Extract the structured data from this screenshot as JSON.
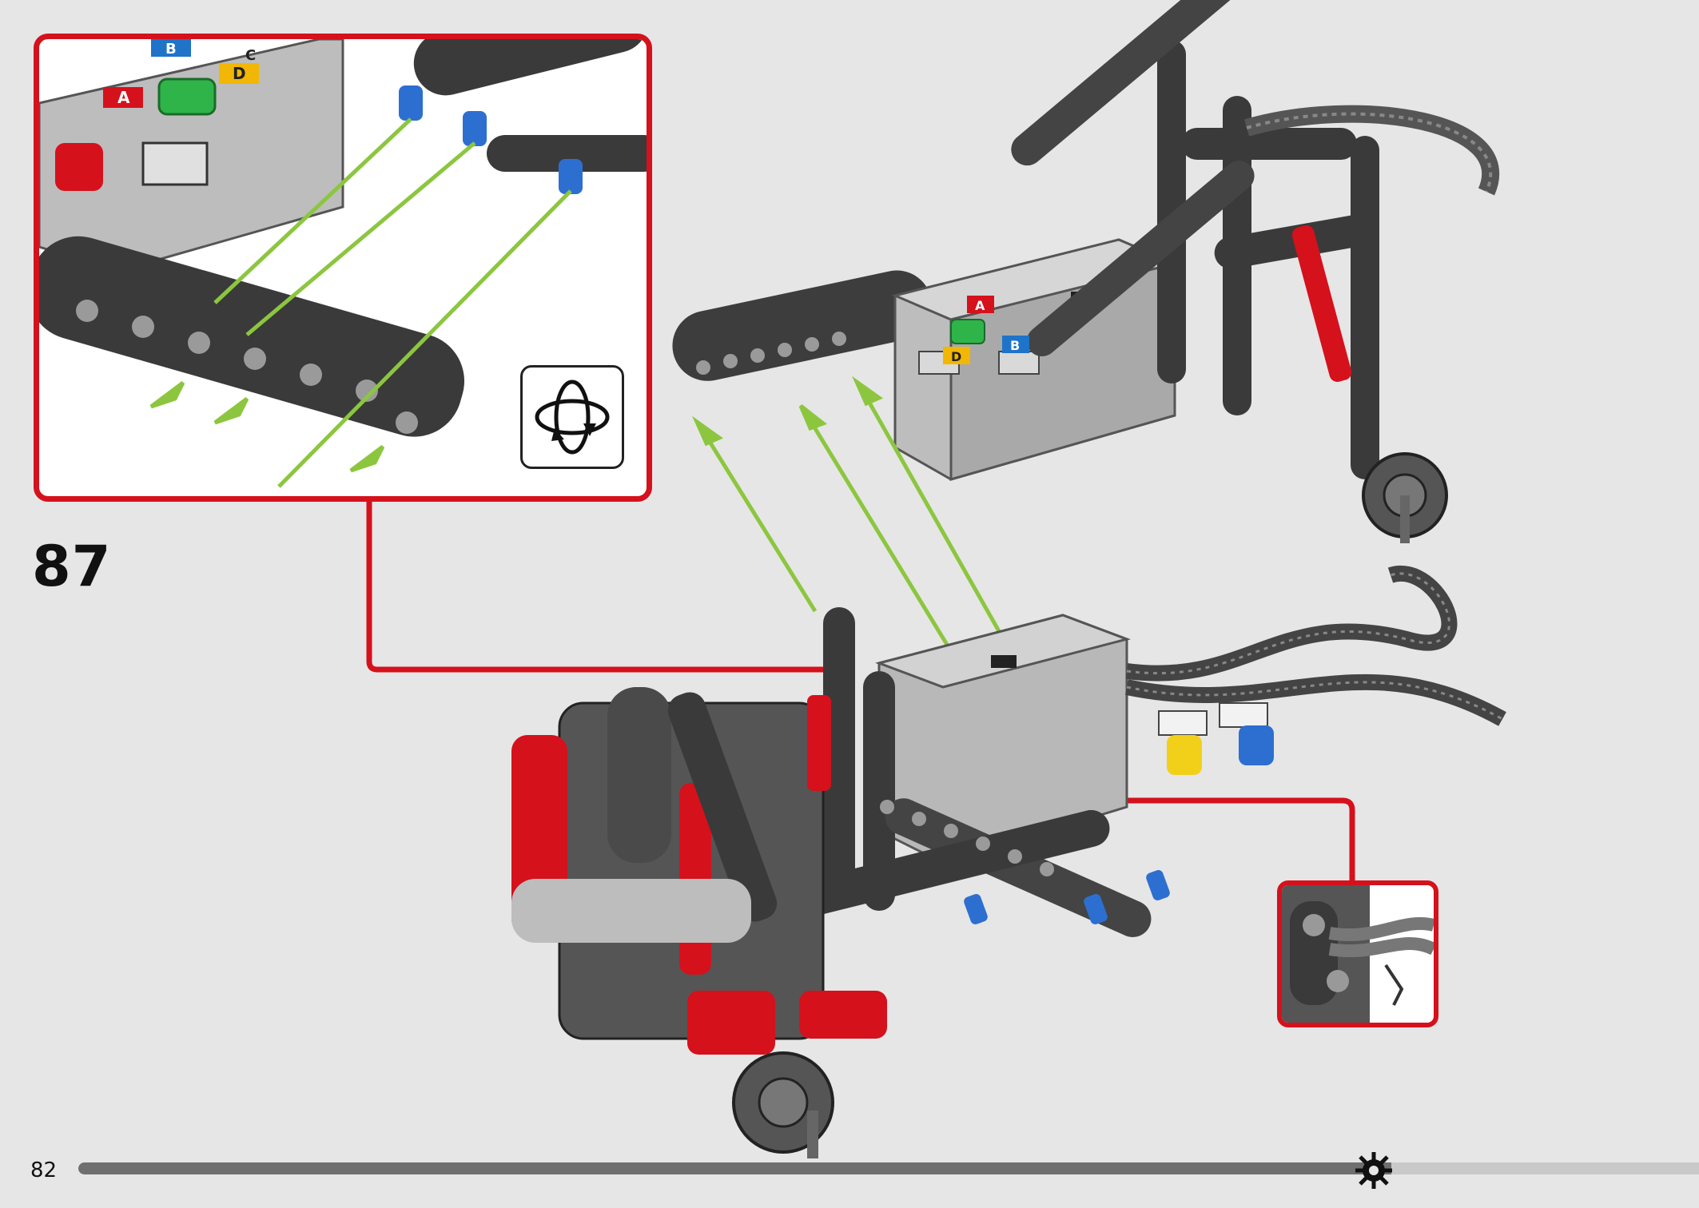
{
  "step": {
    "number": "87"
  },
  "page": {
    "number": "82"
  },
  "progress": {
    "fraction": 0.81
  },
  "hub_ports": {
    "callout": [
      "A",
      "B",
      "D",
      "C"
    ],
    "model": [
      "A",
      "D",
      "B"
    ]
  },
  "icons": {
    "rotate": "rotate-model-icon",
    "progress_marker": "gear-icon"
  },
  "colors": {
    "callout_border": "#d5111c",
    "guide_line": "#8cc63f",
    "beam": "#3a3a3a",
    "hub_body": "#bdbdbd",
    "pin_blue": "#2d6fd0",
    "accent_red": "#d5111c",
    "port_green": "#2fb44a",
    "port_a": "#d5111c",
    "port_b": "#1f73c8",
    "port_d": "#f2b705"
  }
}
